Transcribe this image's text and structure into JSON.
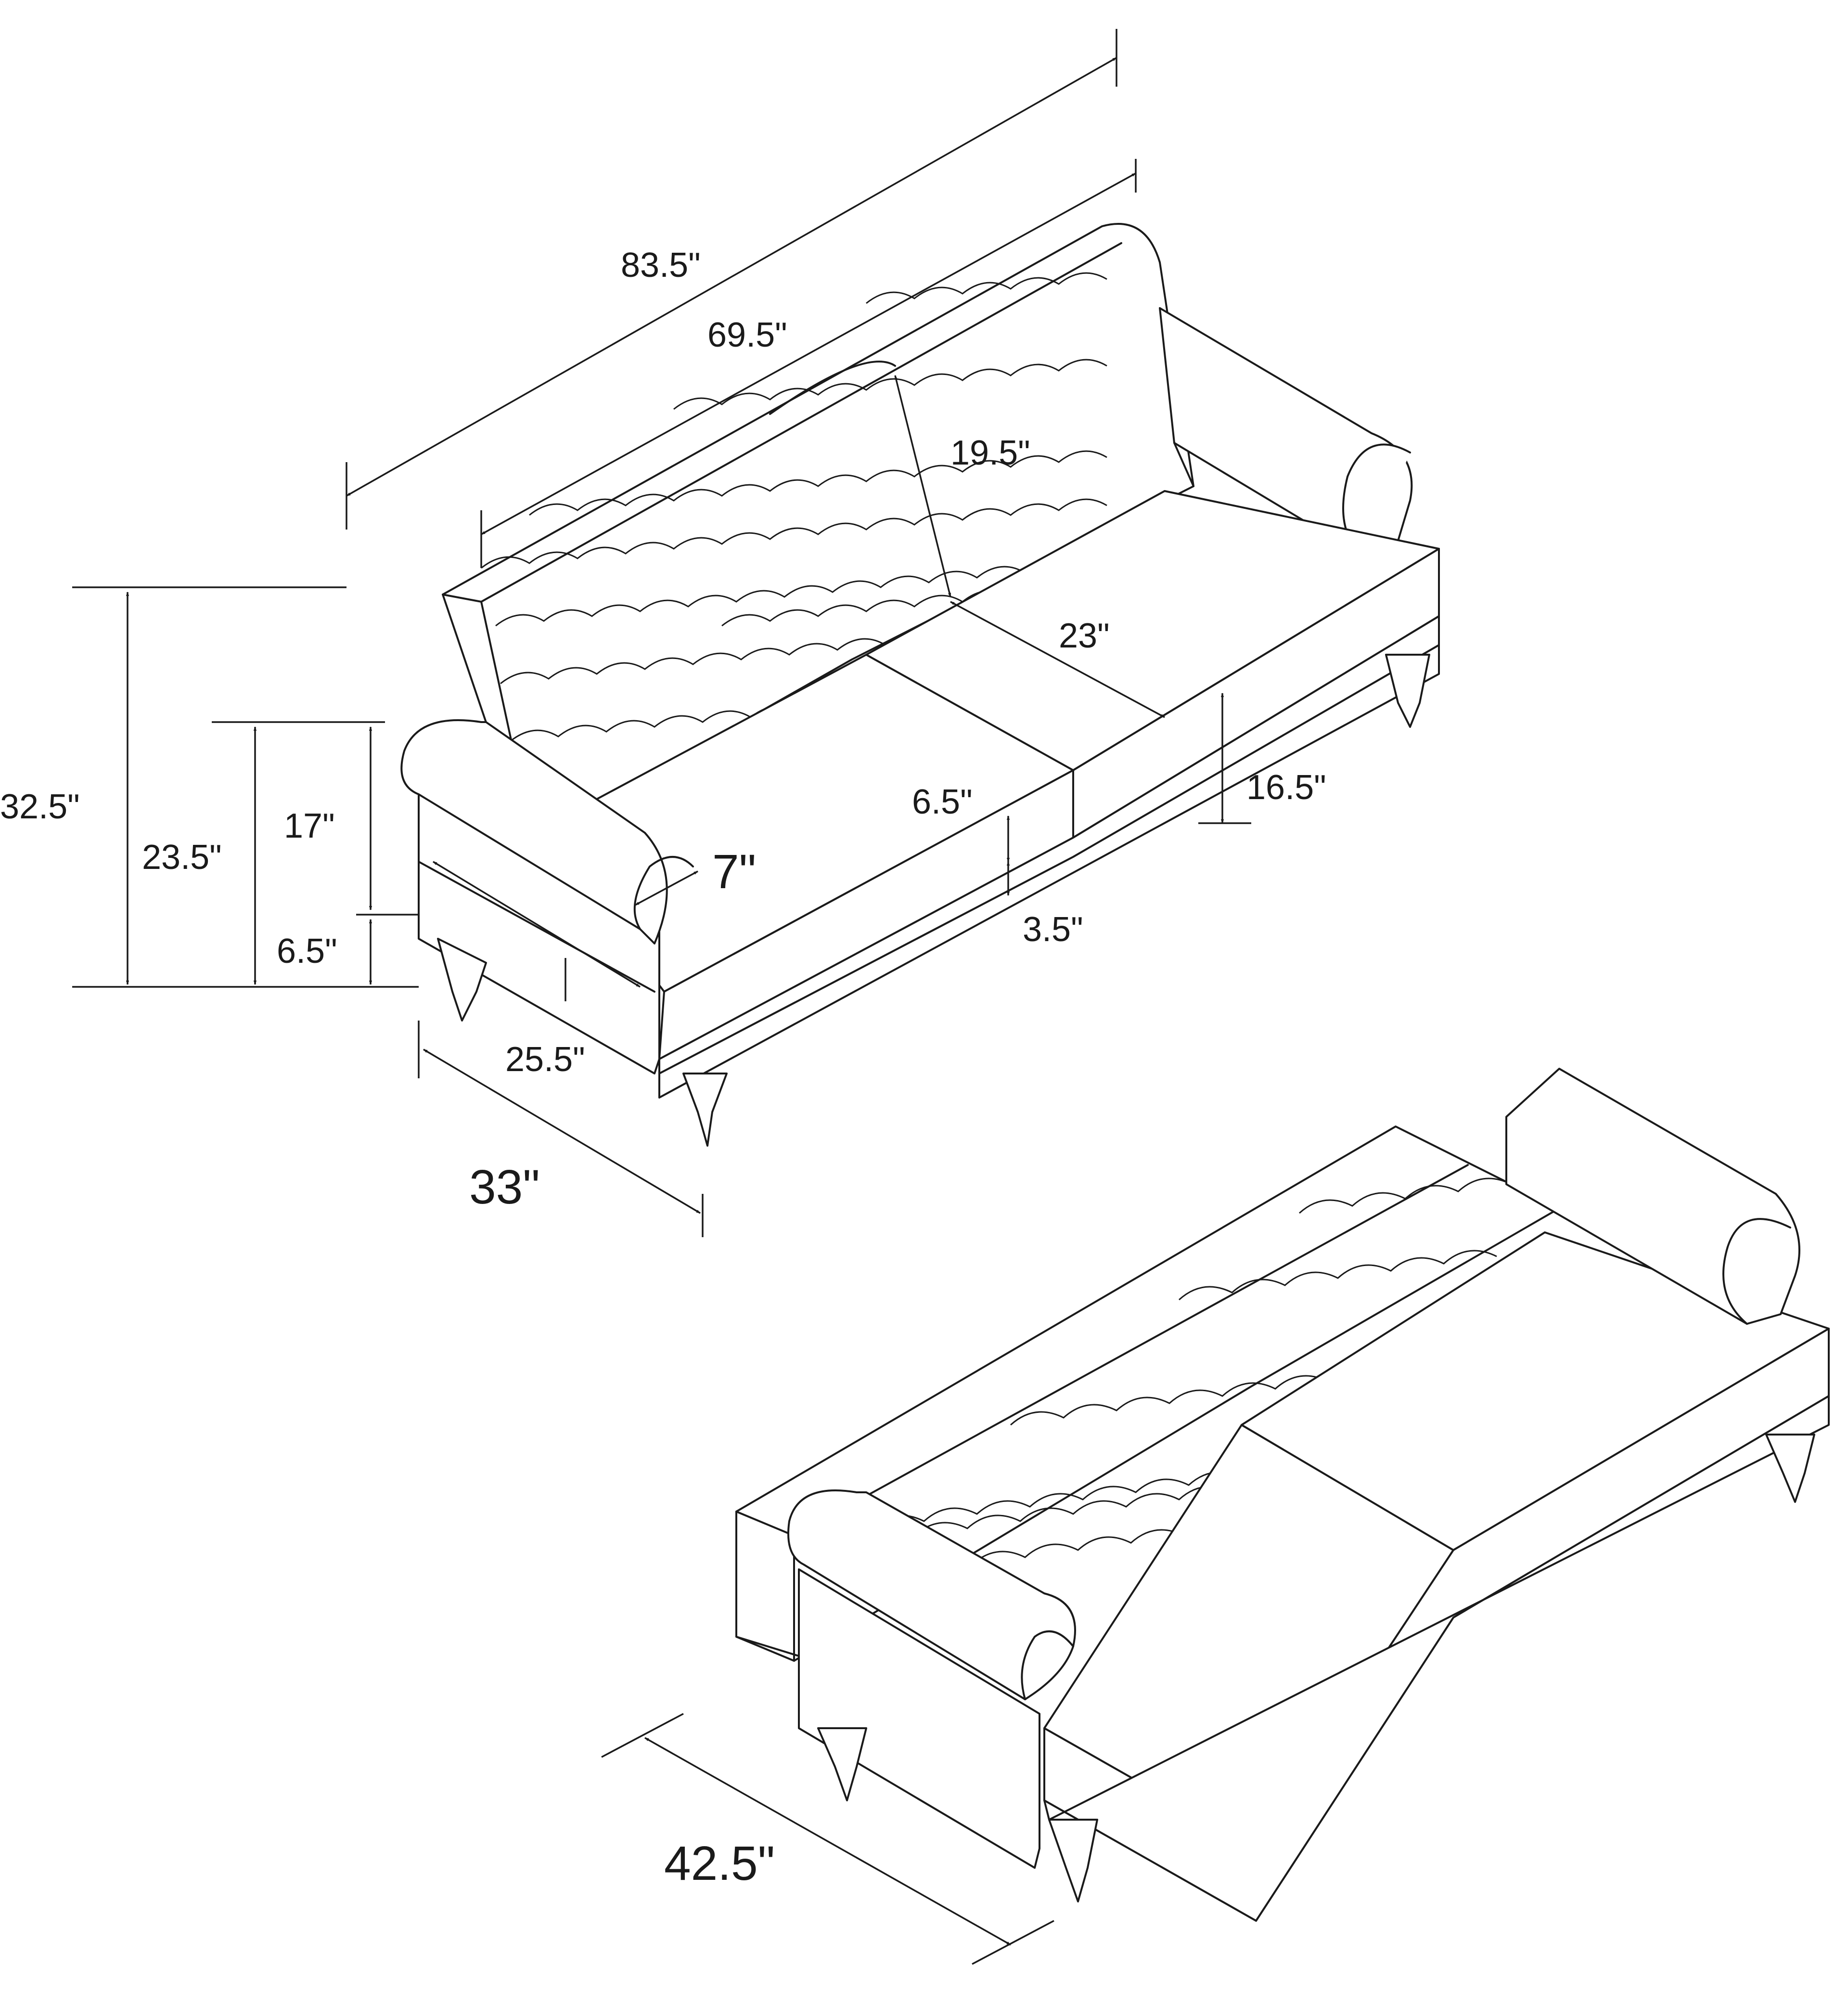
{
  "colors": {
    "line": "#1a1a1a",
    "background": "#ffffff"
  },
  "dimensions": {
    "overall_width": "83.5\"",
    "seat_width": "69.5\"",
    "back_height": "19.5\"",
    "seat_depth": "23\"",
    "overall_height": "32.5\"",
    "arm_height": "23.5\"",
    "arm_above_leg": "17\"",
    "leg_height": "6.5\"",
    "cushion_thickness": "6.5\"",
    "arm_diameter": "7\"",
    "seat_height": "16.5\"",
    "base_thickness": "3.5\"",
    "inner_depth": "25.5\"",
    "overall_depth": "33\"",
    "bed_depth": "42.5\""
  }
}
